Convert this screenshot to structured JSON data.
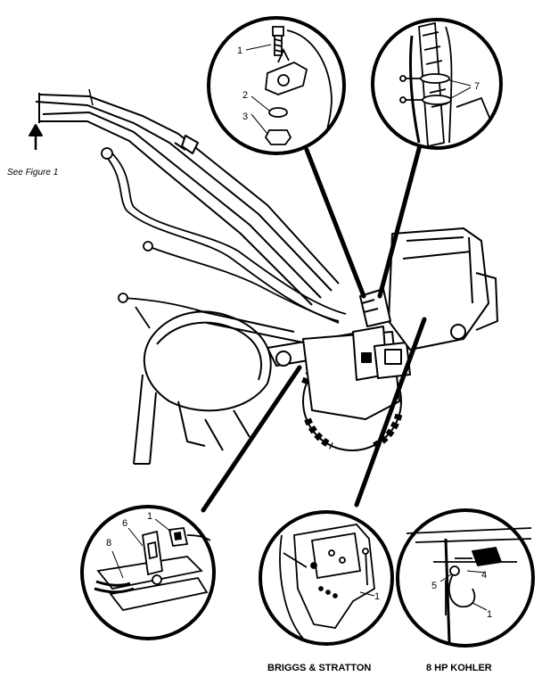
{
  "note": "See Figure 1",
  "captions": {
    "briggs": "BRIGGS & STRATTON",
    "kohler": "8 HP KOHLER"
  },
  "callouts": {
    "top_center": [
      "1",
      "2",
      "3"
    ],
    "top_right": [
      "7"
    ],
    "bottom_left": [
      "1",
      "6",
      "8"
    ],
    "bottom_center": [
      "1"
    ],
    "bottom_right": [
      "4",
      "5",
      "1"
    ]
  }
}
